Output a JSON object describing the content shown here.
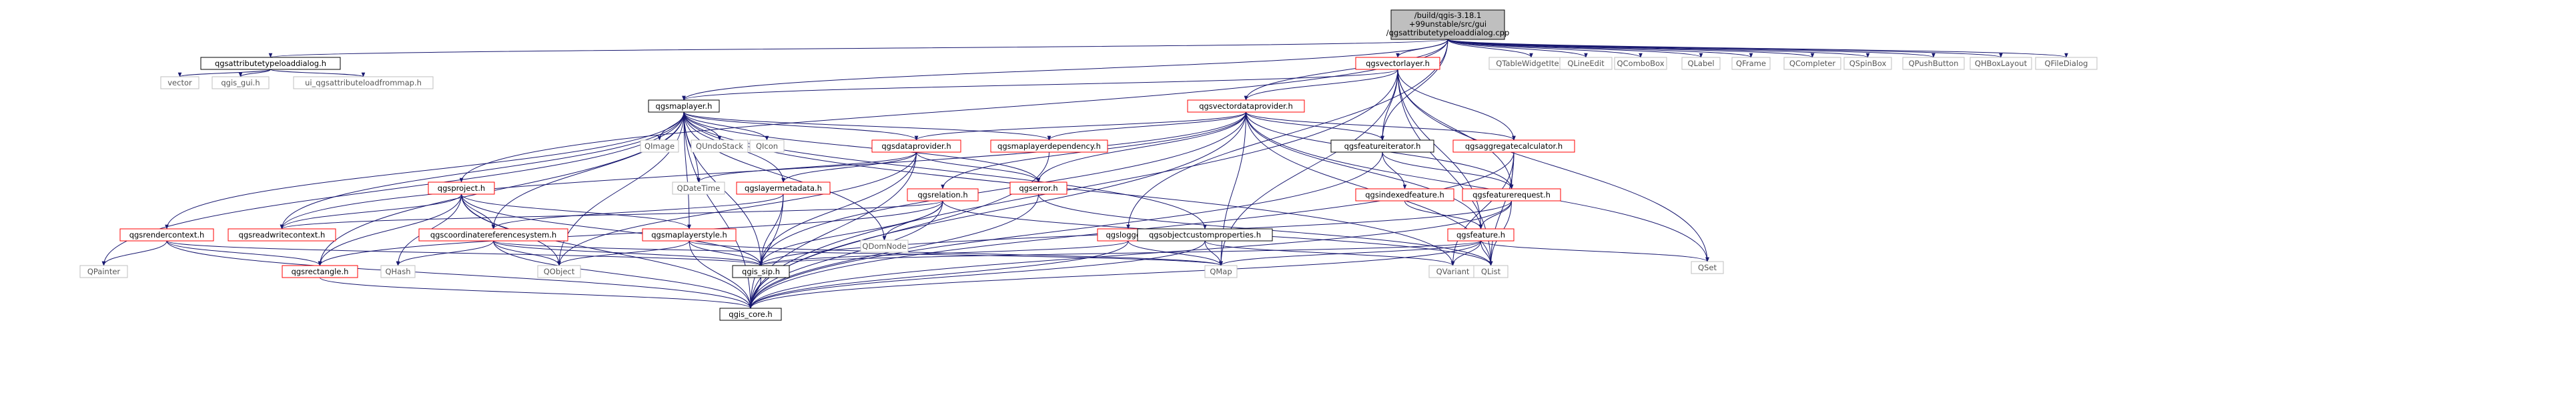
{
  "graph": {
    "colors": {
      "edge": "#191970",
      "documented_border": "#000000",
      "red_border": "#ff0000",
      "external_border": "#bfbfbf",
      "root_fill": "#bfbfbf",
      "node_fill": "#ffffff",
      "text": "#000000",
      "external_text": "#555555"
    },
    "root": {
      "id": "root",
      "lines": [
        "/build/qgis-3.18.1",
        "+99unstable/src/gui",
        "/qgsattributetypeloaddialog.cpp"
      ]
    },
    "nodes": [
      {
        "id": "n1",
        "label": "qgsattributetypeloaddialog.h",
        "style": "black"
      },
      {
        "id": "n2",
        "label": "vector",
        "style": "gray"
      },
      {
        "id": "n3",
        "label": "qgis_gui.h",
        "style": "gray"
      },
      {
        "id": "n4",
        "label": "ui_qgsattributeloadfrommap.h",
        "style": "gray"
      },
      {
        "id": "n5",
        "label": "qgsvectorlayer.h",
        "style": "red"
      },
      {
        "id": "n6",
        "label": "qgsmaplayer.h",
        "style": "black"
      },
      {
        "id": "n7",
        "label": "qgsvectordataprovider.h",
        "style": "red"
      },
      {
        "id": "n8",
        "label": "QTableWidgetItem",
        "style": "gray"
      },
      {
        "id": "n9",
        "label": "QLineEdit",
        "style": "gray"
      },
      {
        "id": "n10",
        "label": "QComboBox",
        "style": "gray"
      },
      {
        "id": "n11",
        "label": "QLabel",
        "style": "gray"
      },
      {
        "id": "n12",
        "label": "QFrame",
        "style": "gray"
      },
      {
        "id": "n13",
        "label": "QCompleter",
        "style": "gray"
      },
      {
        "id": "n14",
        "label": "QSpinBox",
        "style": "gray"
      },
      {
        "id": "n15",
        "label": "QPushButton",
        "style": "gray"
      },
      {
        "id": "n16",
        "label": "QHBoxLayout",
        "style": "gray"
      },
      {
        "id": "n17",
        "label": "QFileDialog",
        "style": "gray"
      },
      {
        "id": "n18",
        "label": "QImage",
        "style": "gray"
      },
      {
        "id": "n19",
        "label": "QUndoStack",
        "style": "gray"
      },
      {
        "id": "n20",
        "label": "QIcon",
        "style": "gray"
      },
      {
        "id": "n21",
        "label": "qgsdataprovider.h",
        "style": "red"
      },
      {
        "id": "n22",
        "label": "qgsmaplayerdependency.h",
        "style": "red"
      },
      {
        "id": "n23",
        "label": "qgsfeatureiterator.h",
        "style": "black"
      },
      {
        "id": "n24",
        "label": "qgsaggregatecalculator.h",
        "style": "red"
      },
      {
        "id": "n25",
        "label": "QDateTime",
        "style": "gray"
      },
      {
        "id": "n26",
        "label": "qgslayermetadata.h",
        "style": "red"
      },
      {
        "id": "n27",
        "label": "qgserror.h",
        "style": "red"
      },
      {
        "id": "n28",
        "label": "qgsrelation.h",
        "style": "red"
      },
      {
        "id": "n29",
        "label": "qgsindexedfeature.h",
        "style": "red"
      },
      {
        "id": "n30",
        "label": "qgsfeaturerequest.h",
        "style": "red"
      },
      {
        "id": "n31",
        "label": "qgsproject.h",
        "style": "red"
      },
      {
        "id": "n32",
        "label": "qgsrendercontext.h",
        "style": "red"
      },
      {
        "id": "n33",
        "label": "qgsreadwritecontext.h",
        "style": "red"
      },
      {
        "id": "n34",
        "label": "qgscoordinatereferencesystem.h",
        "style": "red"
      },
      {
        "id": "n35",
        "label": "qgsmaplayerstyle.h",
        "style": "red"
      },
      {
        "id": "n36",
        "label": "QDomNode",
        "style": "gray"
      },
      {
        "id": "n37",
        "label": "qgslogger.h",
        "style": "red"
      },
      {
        "id": "n38",
        "label": "qgsobjectcustomproperties.h",
        "style": "black"
      },
      {
        "id": "n39",
        "label": "qgsfeature.h",
        "style": "red"
      },
      {
        "id": "n40",
        "label": "QSet",
        "style": "gray"
      },
      {
        "id": "n41",
        "label": "QPainter",
        "style": "gray"
      },
      {
        "id": "n42",
        "label": "qgsrectangle.h",
        "style": "red"
      },
      {
        "id": "n43",
        "label": "QHash",
        "style": "gray"
      },
      {
        "id": "n44",
        "label": "QObject",
        "style": "gray"
      },
      {
        "id": "n45",
        "label": "qgis_sip.h",
        "style": "black"
      },
      {
        "id": "n46",
        "label": "QMap",
        "style": "gray"
      },
      {
        "id": "n47",
        "label": "QVariant",
        "style": "gray"
      },
      {
        "id": "n48",
        "label": "QList",
        "style": "gray"
      },
      {
        "id": "n49",
        "label": "qgis_core.h",
        "style": "black"
      }
    ],
    "edges": [
      [
        "root",
        "n1"
      ],
      [
        "root",
        "n5"
      ],
      [
        "root",
        "n6"
      ],
      [
        "root",
        "n7"
      ],
      [
        "root",
        "n8"
      ],
      [
        "root",
        "n9"
      ],
      [
        "root",
        "n10"
      ],
      [
        "root",
        "n11"
      ],
      [
        "root",
        "n12"
      ],
      [
        "root",
        "n13"
      ],
      [
        "root",
        "n14"
      ],
      [
        "root",
        "n15"
      ],
      [
        "root",
        "n16"
      ],
      [
        "root",
        "n17"
      ],
      [
        "root",
        "n23"
      ],
      [
        "root",
        "n31"
      ],
      [
        "root",
        "n37"
      ],
      [
        "n1",
        "n2"
      ],
      [
        "n1",
        "n3"
      ],
      [
        "n1",
        "n4"
      ],
      [
        "n5",
        "n6"
      ],
      [
        "n5",
        "n7"
      ],
      [
        "n5",
        "n23"
      ],
      [
        "n5",
        "n24"
      ],
      [
        "n5",
        "n30"
      ],
      [
        "n5",
        "n39"
      ],
      [
        "n5",
        "n49"
      ],
      [
        "n5",
        "n46"
      ],
      [
        "n5",
        "n48"
      ],
      [
        "n5",
        "n40"
      ],
      [
        "n6",
        "n18"
      ],
      [
        "n6",
        "n19"
      ],
      [
        "n6",
        "n20"
      ],
      [
        "n6",
        "n21"
      ],
      [
        "n6",
        "n22"
      ],
      [
        "n6",
        "n25"
      ],
      [
        "n6",
        "n26"
      ],
      [
        "n6",
        "n27"
      ],
      [
        "n6",
        "n32"
      ],
      [
        "n6",
        "n33"
      ],
      [
        "n6",
        "n34"
      ],
      [
        "n6",
        "n35"
      ],
      [
        "n6",
        "n36"
      ],
      [
        "n6",
        "n38"
      ],
      [
        "n6",
        "n41"
      ],
      [
        "n6",
        "n42"
      ],
      [
        "n6",
        "n44"
      ],
      [
        "n6",
        "n45"
      ],
      [
        "n6",
        "n49"
      ],
      [
        "n6",
        "n47"
      ],
      [
        "n7",
        "n21"
      ],
      [
        "n7",
        "n22"
      ],
      [
        "n7",
        "n23"
      ],
      [
        "n7",
        "n24"
      ],
      [
        "n7",
        "n28"
      ],
      [
        "n7",
        "n27"
      ],
      [
        "n7",
        "n30"
      ],
      [
        "n7",
        "n39"
      ],
      [
        "n7",
        "n40"
      ],
      [
        "n7",
        "n46"
      ],
      [
        "n7",
        "n48"
      ],
      [
        "n7",
        "n49"
      ],
      [
        "n7",
        "n33"
      ],
      [
        "n7",
        "n45"
      ],
      [
        "n21",
        "n25"
      ],
      [
        "n21",
        "n26"
      ],
      [
        "n21",
        "n27"
      ],
      [
        "n21",
        "n44"
      ],
      [
        "n21",
        "n49"
      ],
      [
        "n21",
        "n45"
      ],
      [
        "n22",
        "n49"
      ],
      [
        "n23",
        "n29"
      ],
      [
        "n23",
        "n30"
      ],
      [
        "n23",
        "n49"
      ],
      [
        "n24",
        "n30"
      ],
      [
        "n24",
        "n48"
      ],
      [
        "n24",
        "n47"
      ],
      [
        "n24",
        "n49"
      ],
      [
        "n26",
        "n34"
      ],
      [
        "n26",
        "n45"
      ],
      [
        "n26",
        "n49"
      ],
      [
        "n27",
        "n49"
      ],
      [
        "n27",
        "n48"
      ],
      [
        "n28",
        "n36"
      ],
      [
        "n28",
        "n45"
      ],
      [
        "n28",
        "n49"
      ],
      [
        "n28",
        "n33"
      ],
      [
        "n28",
        "n48"
      ],
      [
        "n28",
        "n42"
      ],
      [
        "n29",
        "n39"
      ],
      [
        "n30",
        "n39"
      ],
      [
        "n30",
        "n45"
      ],
      [
        "n30",
        "n49"
      ],
      [
        "n30",
        "n48"
      ],
      [
        "n31",
        "n33"
      ],
      [
        "n31",
        "n34"
      ],
      [
        "n31",
        "n35"
      ],
      [
        "n31",
        "n42"
      ],
      [
        "n31",
        "n43"
      ],
      [
        "n31",
        "n44"
      ],
      [
        "n31",
        "n49"
      ],
      [
        "n31",
        "n45"
      ],
      [
        "n32",
        "n41"
      ],
      [
        "n32",
        "n42"
      ],
      [
        "n32",
        "n49"
      ],
      [
        "n32",
        "n45"
      ],
      [
        "n34",
        "n43"
      ],
      [
        "n34",
        "n44"
      ],
      [
        "n34",
        "n45"
      ],
      [
        "n34",
        "n49"
      ],
      [
        "n34",
        "n46"
      ],
      [
        "n35",
        "n44"
      ],
      [
        "n35",
        "n45"
      ],
      [
        "n35",
        "n49"
      ],
      [
        "n35",
        "n46"
      ],
      [
        "n37",
        "n45"
      ],
      [
        "n37",
        "n49"
      ],
      [
        "n37",
        "n46"
      ],
      [
        "n38",
        "n46"
      ],
      [
        "n38",
        "n47"
      ],
      [
        "n38",
        "n49"
      ],
      [
        "n39",
        "n40"
      ],
      [
        "n39",
        "n45"
      ],
      [
        "n39",
        "n46"
      ],
      [
        "n39",
        "n47"
      ],
      [
        "n39",
        "n48"
      ],
      [
        "n39",
        "n49"
      ],
      [
        "n42",
        "n49"
      ],
      [
        "n45",
        "n49"
      ]
    ]
  }
}
